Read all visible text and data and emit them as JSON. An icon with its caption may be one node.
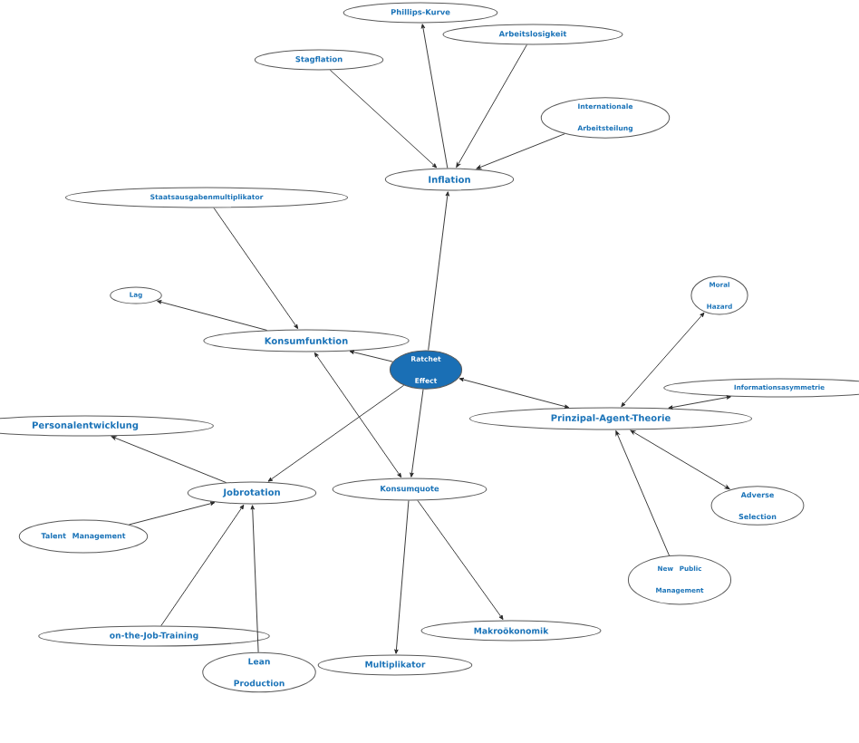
{
  "diagram": {
    "nodes": [
      {
        "text": [
          "Phillips-Kurve"
        ]
      },
      {
        "text": [
          "Arbeitslosigkeit"
        ]
      },
      {
        "text": [
          "Stagflation"
        ]
      },
      {
        "text": [
          "Internationale Arbeitsteilung"
        ]
      },
      {
        "text": [
          "Inflation"
        ]
      },
      {
        "text": [
          "Staatsausgabenmultiplikator"
        ]
      },
      {
        "text": [
          "Lag"
        ]
      },
      {
        "text": [
          "Konsumfunktion"
        ]
      },
      {
        "text": [
          "Ratchet Effect"
        ]
      },
      {
        "text": [
          "Moral Hazard"
        ]
      },
      {
        "text": [
          "Informationsasymmetrie"
        ]
      },
      {
        "text": [
          "Prinzipal-Agent-Theorie"
        ]
      },
      {
        "text": [
          "Personalentwicklung"
        ]
      },
      {
        "text": [
          "Jobrotation"
        ]
      },
      {
        "text": [
          "Konsumquote"
        ]
      },
      {
        "text": [
          "Adverse Selection"
        ]
      },
      {
        "text": [
          "Talent Management"
        ]
      },
      {
        "text": [
          "New Public Management"
        ]
      },
      {
        "text": [
          "on-the-Job-Training"
        ]
      },
      {
        "text": [
          "Makroökonomik"
        ]
      },
      {
        "text": [
          "Lean Production"
        ]
      },
      {
        "text": [
          "Multiplikator"
        ]
      }
    ],
    "edges": [
      {
        "from": 4,
        "to": 0,
        "arrow": "to"
      },
      {
        "from": 1,
        "to": 4,
        "arrow": "to"
      },
      {
        "from": 2,
        "to": 4,
        "arrow": "to"
      },
      {
        "from": 3,
        "to": 4,
        "arrow": "to"
      },
      {
        "from": 8,
        "to": 4,
        "arrow": "to"
      },
      {
        "from": 5,
        "to": 7,
        "arrow": "to"
      },
      {
        "from": 7,
        "to": 6,
        "arrow": "to"
      },
      {
        "from": 8,
        "to": 7,
        "arrow": "to"
      },
      {
        "from": 7,
        "to": 14,
        "arrow": "both"
      },
      {
        "from": 8,
        "to": 11,
        "arrow": "both"
      },
      {
        "from": 8,
        "to": 13,
        "arrow": "to"
      },
      {
        "from": 8,
        "to": 14,
        "arrow": "to"
      },
      {
        "from": 11,
        "to": 9,
        "arrow": "both"
      },
      {
        "from": 10,
        "to": 11,
        "arrow": "both"
      },
      {
        "from": 11,
        "to": 15,
        "arrow": "both"
      },
      {
        "from": 17,
        "to": 11,
        "arrow": "to"
      },
      {
        "from": 13,
        "to": 12,
        "arrow": "to"
      },
      {
        "from": 16,
        "to": 13,
        "arrow": "to"
      },
      {
        "from": 18,
        "to": 13,
        "arrow": "to"
      },
      {
        "from": 20,
        "to": 13,
        "arrow": "to"
      },
      {
        "from": 14,
        "to": 21,
        "arrow": "to"
      },
      {
        "from": 14,
        "to": 19,
        "arrow": "to"
      }
    ]
  }
}
